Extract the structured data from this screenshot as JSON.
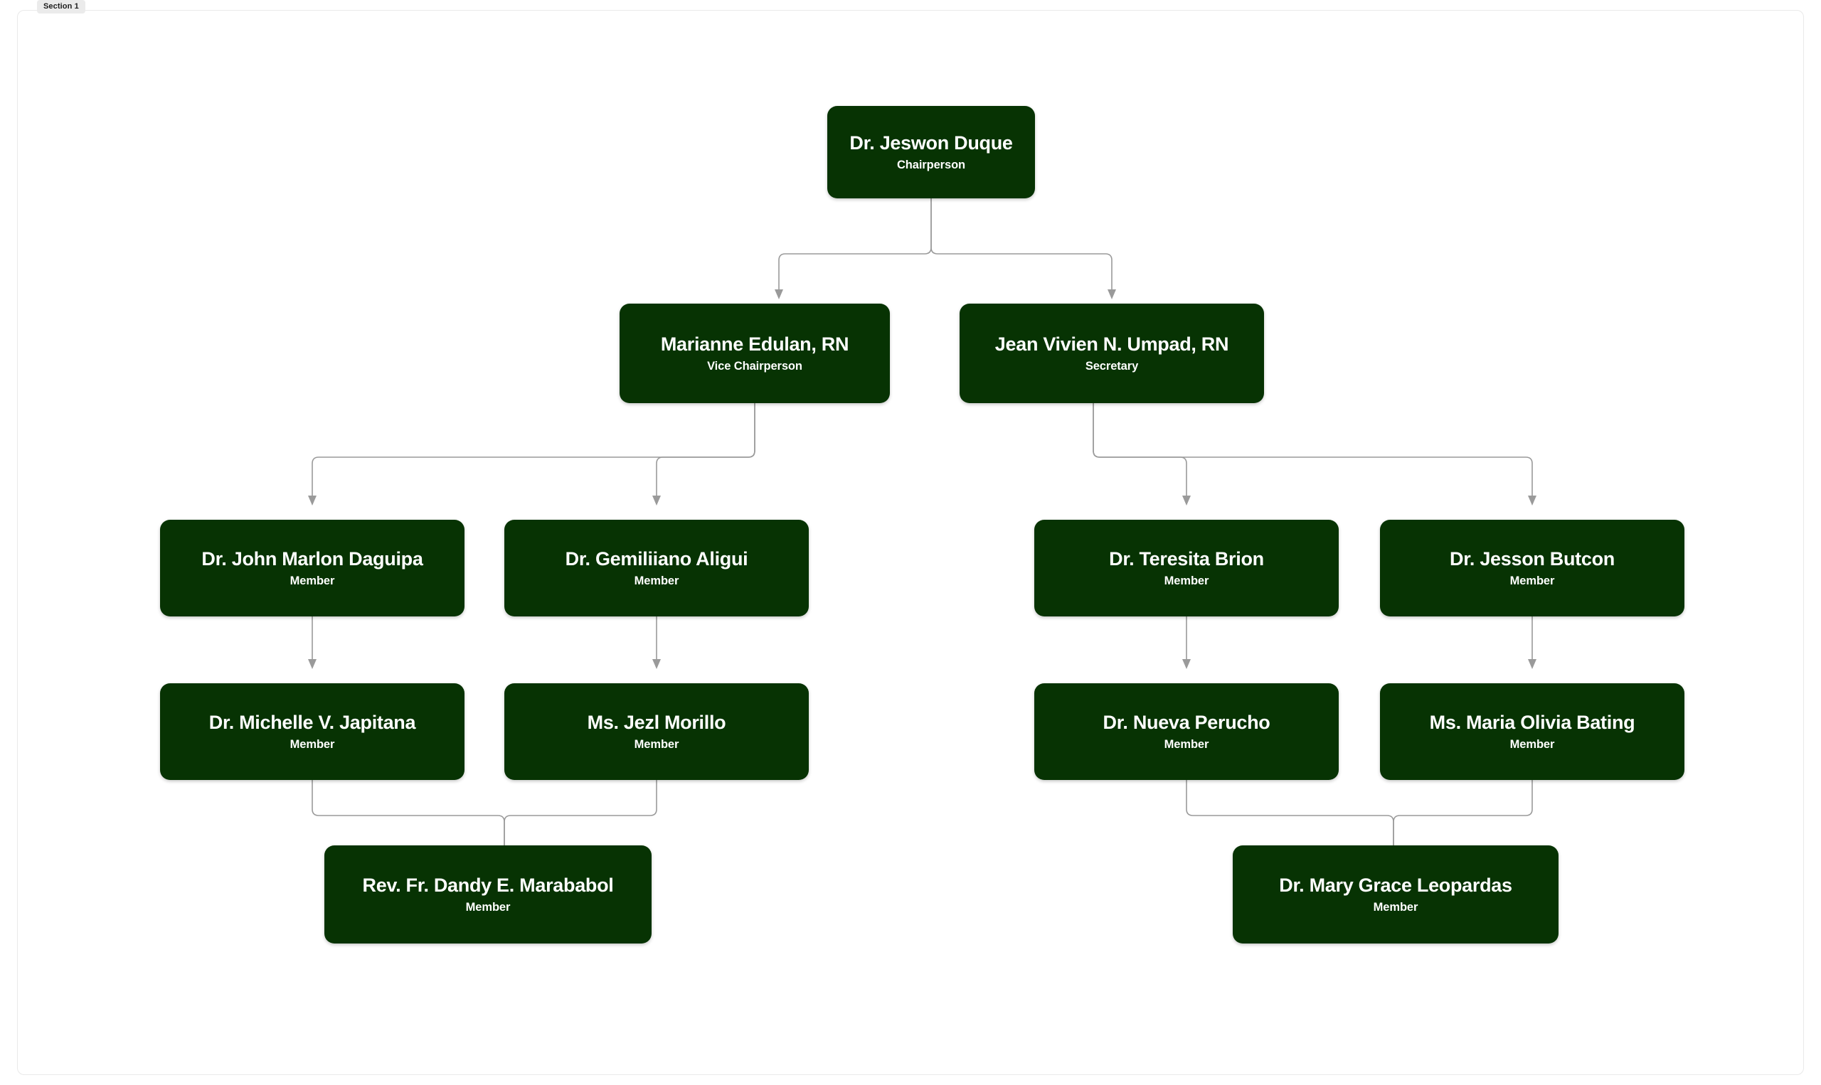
{
  "tab": {
    "label": "Section 1"
  },
  "theme": {
    "node_fill": "#073303",
    "node_text": "#ffffff",
    "connector": "#9a9a9a",
    "canvas_bg": "#ffffff",
    "canvas_border": "#e9e9e9",
    "tab_bg": "#ebebeb"
  },
  "chart_data": {
    "type": "diagram",
    "diagram_kind": "organizational-chart",
    "orientation": "top-down",
    "nodes": [
      {
        "id": "n1",
        "name": "Dr. Jeswon Duque",
        "role": "Chairperson",
        "level": 0
      },
      {
        "id": "n2",
        "name": "Marianne Edulan, RN",
        "role": "Vice Chairperson",
        "level": 1
      },
      {
        "id": "n3",
        "name": "Jean Vivien N. Umpad, RN",
        "role": "Secretary",
        "level": 1
      },
      {
        "id": "n4",
        "name": "Dr. John Marlon Daguipa",
        "role": "Member",
        "level": 2
      },
      {
        "id": "n5",
        "name": "Dr. Gemiliiano Aligui",
        "role": "Member",
        "level": 2
      },
      {
        "id": "n6",
        "name": "Dr. Teresita Brion",
        "role": "Member",
        "level": 2
      },
      {
        "id": "n7",
        "name": "Dr. Jesson Butcon",
        "role": "Member",
        "level": 2
      },
      {
        "id": "n8",
        "name": "Dr. Michelle V. Japitana",
        "role": "Member",
        "level": 3
      },
      {
        "id": "n9",
        "name": "Ms. Jezl Morillo",
        "role": "Member",
        "level": 3
      },
      {
        "id": "n10",
        "name": "Dr. Nueva Perucho",
        "role": "Member",
        "level": 3
      },
      {
        "id": "n11",
        "name": "Ms. Maria Olivia Bating",
        "role": "Member",
        "level": 3
      },
      {
        "id": "n12",
        "name": "Rev. Fr. Dandy E. Marababol",
        "role": "Member",
        "level": 4
      },
      {
        "id": "n13",
        "name": "Dr. Mary Grace Leopardas",
        "role": "Member",
        "level": 4
      }
    ],
    "edges": [
      {
        "from": "n1",
        "to": "n2"
      },
      {
        "from": "n1",
        "to": "n3"
      },
      {
        "from": "n2",
        "to": "n4"
      },
      {
        "from": "n2",
        "to": "n5"
      },
      {
        "from": "n3",
        "to": "n6"
      },
      {
        "from": "n3",
        "to": "n7"
      },
      {
        "from": "n4",
        "to": "n8"
      },
      {
        "from": "n5",
        "to": "n9"
      },
      {
        "from": "n6",
        "to": "n10"
      },
      {
        "from": "n7",
        "to": "n11"
      },
      {
        "from": "n8",
        "to": "n12"
      },
      {
        "from": "n9",
        "to": "n12"
      },
      {
        "from": "n10",
        "to": "n13"
      },
      {
        "from": "n11",
        "to": "n13"
      }
    ]
  }
}
